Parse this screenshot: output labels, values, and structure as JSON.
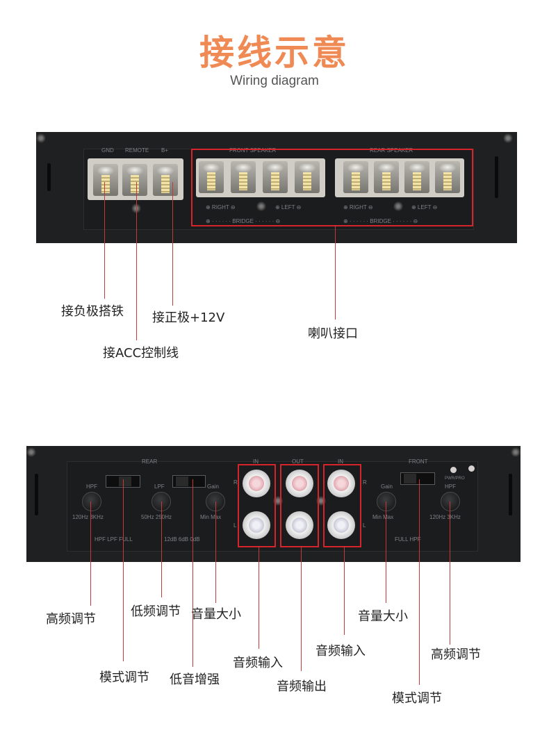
{
  "header": {
    "title": "接线示意",
    "subtitle": "Wiring diagram"
  },
  "top_panel": {
    "terminal_labels": [
      "GND",
      "REMOTE",
      "B+"
    ],
    "front_speaker_label": "FRONT SPEAKER",
    "rear_speaker_label": "REAR SPEAKER",
    "right_label": "⊕ RIGHT ⊖",
    "left_label": "⊕ LEFT ⊖",
    "bridge_label": "⊕ · · · · · · BRIDGE · · · · · · ⊖"
  },
  "top_callouts": {
    "gnd": "接负极搭铁",
    "acc": "接ACC控制线",
    "b_plus": "接正极+12V",
    "speaker": "喇叭接口"
  },
  "bottom_panel": {
    "rear_label": "REAR",
    "front_label": "FRONT",
    "in_label": "IN",
    "out_label": "OUT",
    "hpf": "HPF",
    "lpf": "LPF",
    "gain": "Gain",
    "hpf_range": "120Hz 3KHz",
    "lpf_range": "50Hz 250Hz",
    "gain_range": "Min Max",
    "mode_switch": "HPF  LPF  FULL",
    "bass_boost": "12dB 6dB 0dB",
    "front_mode": "FULL  HPF",
    "pwr_prot": "PWR/PRO",
    "r_mark": "R",
    "l_mark": "L"
  },
  "bottom_callouts": {
    "hpf_left": "高频调节",
    "mode_left": "模式调节",
    "lpf": "低频调节",
    "bass": "低音增强",
    "gain_left": "音量大小",
    "input_left": "音频输入",
    "output": "音频输出",
    "input_right": "音频输入",
    "gain_right": "音量大小",
    "mode_right": "模式调节",
    "hpf_right": "高频调节"
  },
  "colors": {
    "title": "#f08a55",
    "highlight": "#d6242a",
    "panel": "#1f2022"
  }
}
